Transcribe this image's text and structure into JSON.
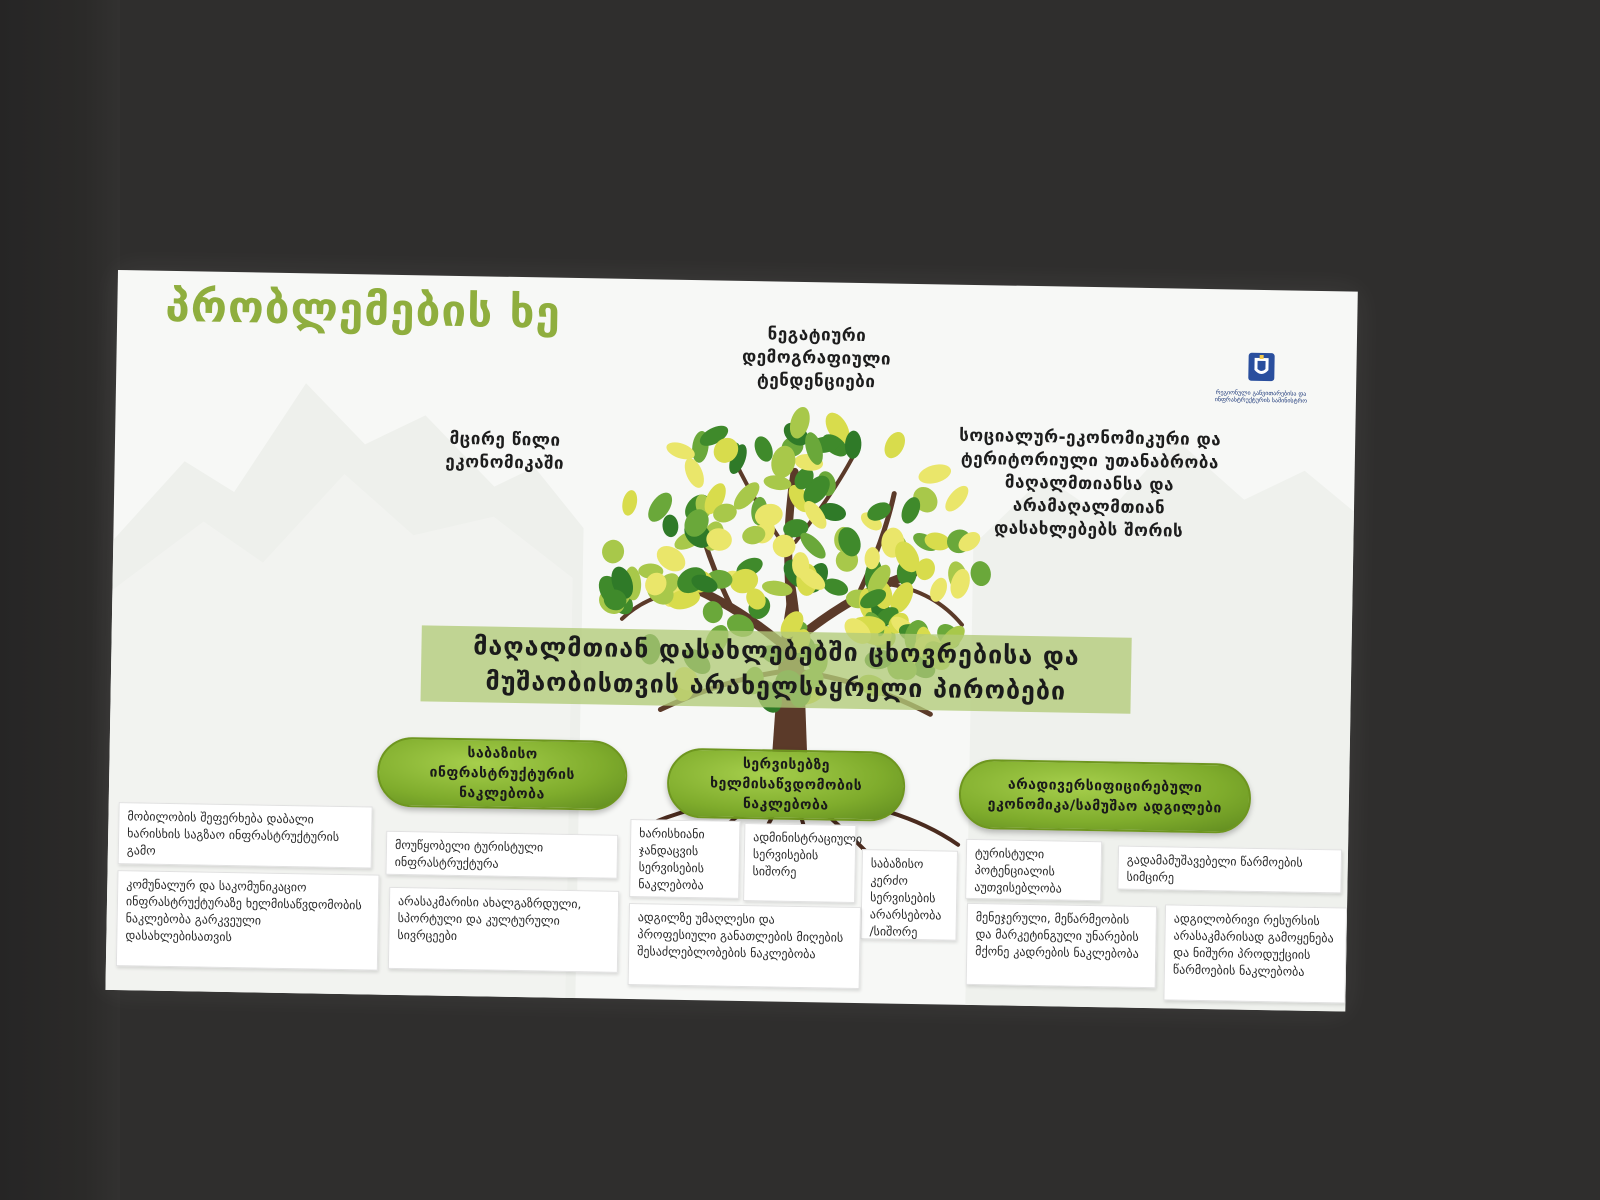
{
  "slide": {
    "title": "პრობლემების ხე",
    "logo_text": "რეგიონული განვითარებისა და ინფრასტრუქტურის სამინისტრო"
  },
  "consequences": {
    "top": "ნეგატიური\nდემოგრაფიული\nტენდენციები",
    "left": "მცირე წილი\nეკონომიკაში",
    "right": "სოციალურ-ეკონომიკური და\nტერიტორიული უთანაბრობა\nმაღალმთიანსა და\nარამაღალმთიან\nდასახლებებს შორის"
  },
  "core_problem": "მაღალმთიან დასახლებებში ცხოვრებისა და მუშაობისთვის არახელსაყრელი პირობები",
  "causes": [
    {
      "label": "საბაზისო ინფრასტრუქტურის ნაკლებობა",
      "details": [
        "მობილობის შეფერხება დაბალი ხარისხის საგზაო ინფრასტრუქტურის გამო",
        "მოუწყობელი ტურისტული ინფრასტრუქტურა",
        "კომუნალურ და საკომუნიკაციო ინფრასტრუქტურაზე ხელმისაწვდომობის ნაკლებობა გარკვეული დასახლებისათვის",
        "არასაკმარისი ახალგაზრდული, სპორტული და კულტურული სივრცეები"
      ]
    },
    {
      "label": "სერვისებზე ხელმისაწვდომობის ნაკლებობა",
      "details": [
        "ხარისხიანი ჯანდაცვის სერვისების ნაკლებობა",
        "ადმინისტრაციული სერვისების სიშორე",
        "საბაზისო კერძო სერვისების არარსებობა /სიშორე",
        "ადგილზე უმაღლესი და პროფესიული განათლების მიღების შესაძლებლობების ნაკლებობა"
      ]
    },
    {
      "label": "არადივერსიფიცირებული ეკონომიკა/სამუშაო ადგილები",
      "details": [
        "ტურისტული პოტენციალის აუთვისებლობა",
        "გადამამუშავებელი წარმოების სიმცირე",
        "მენეჯერული, მეწარმეობის და მარკეტინგული უნარების მქონე კადრების ნაკლებობა",
        "ადგილობრივი რესურსის არასაკმარისად გამოყენება და ნიშური პროდუქციის წარმოების ნაკლებობა"
      ]
    }
  ]
}
